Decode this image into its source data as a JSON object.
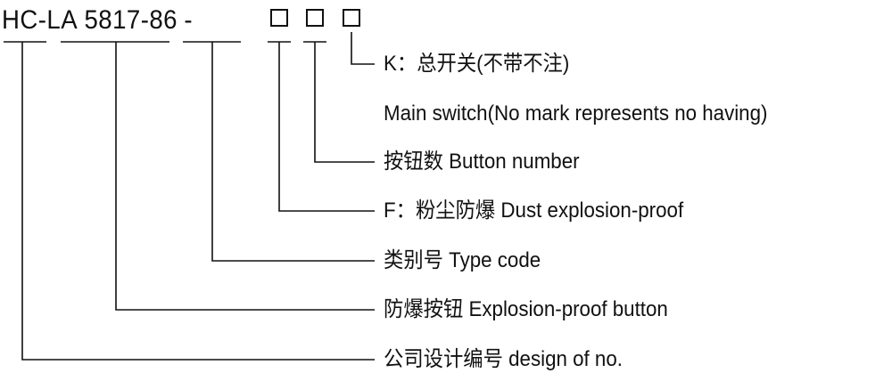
{
  "code": {
    "prefix": "HC-LA",
    "series": "5817-86",
    "dash": "-"
  },
  "labels": [
    {
      "id": "main-switch",
      "text": "K：总开关(不带不注)"
    },
    {
      "id": "main-switch-en",
      "text": "Main switch(No mark represents no having)"
    },
    {
      "id": "button-number",
      "text": "按钮数  Button number"
    },
    {
      "id": "dust-proof",
      "text": "F：粉尘防爆  Dust explosion-proof"
    },
    {
      "id": "type-code",
      "text": "类别号  Type code"
    },
    {
      "id": "explosion-proof-button",
      "text": "防爆按钮  Explosion-proof button"
    },
    {
      "id": "design-no",
      "text": "公司设计编号  design of no."
    }
  ]
}
